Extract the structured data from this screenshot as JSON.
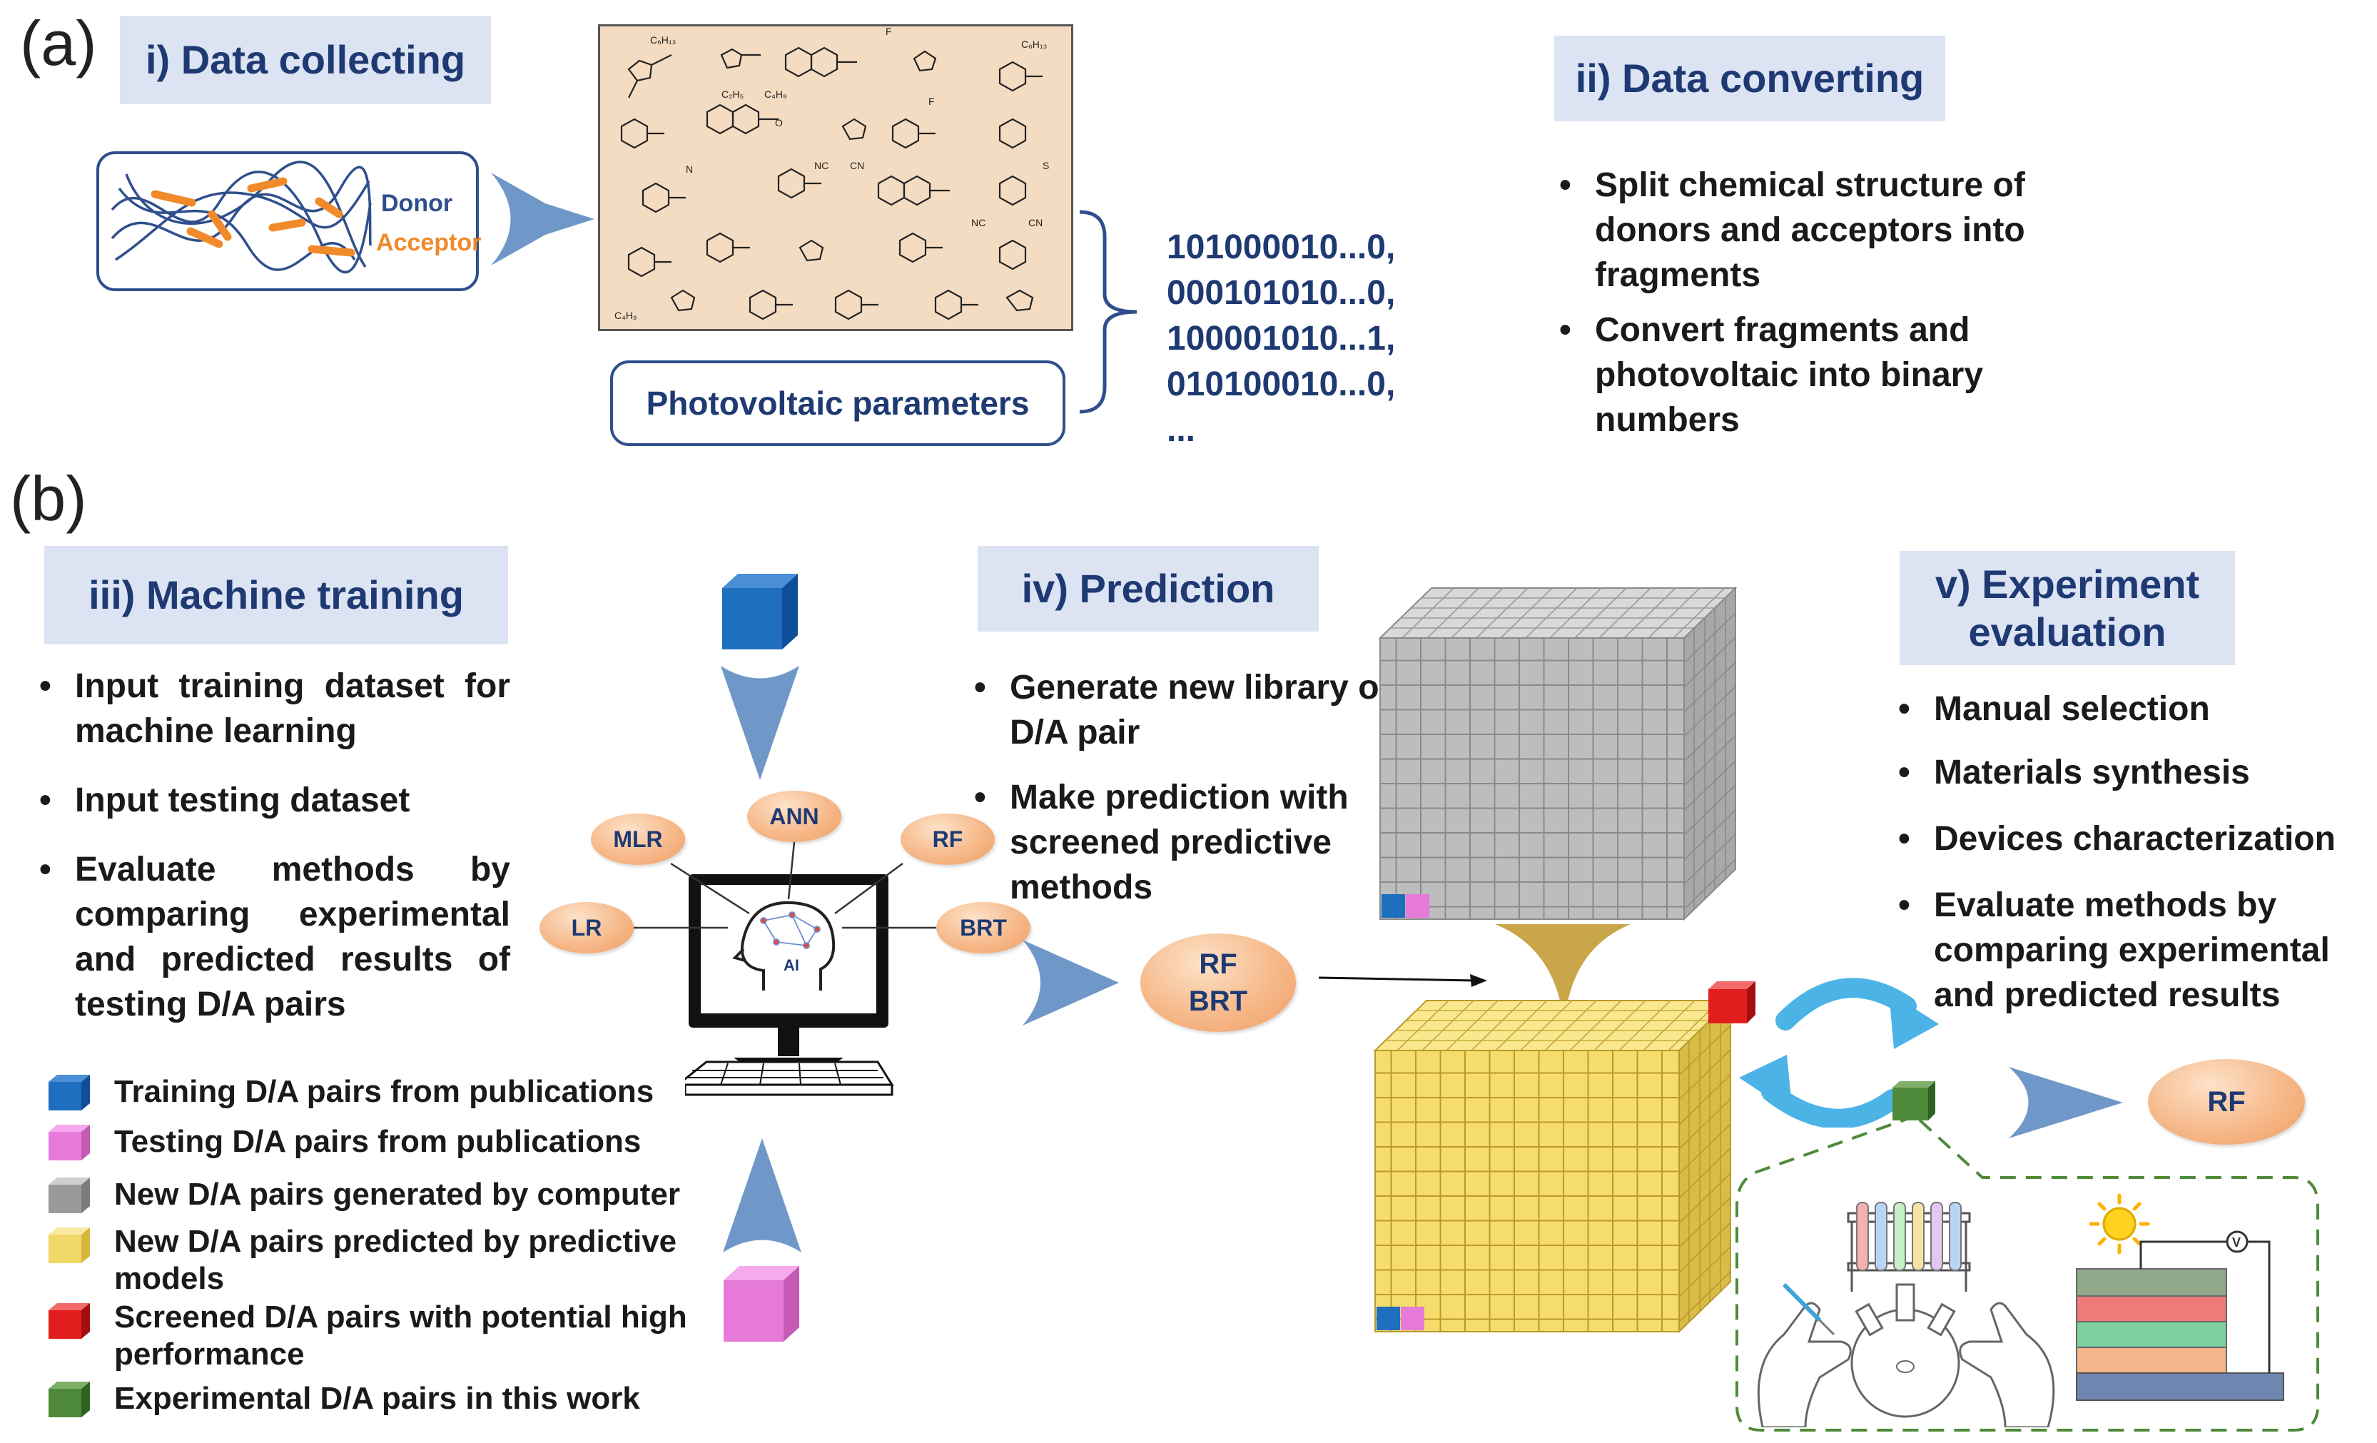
{
  "panel_a": {
    "letter": "(a)",
    "step1_title": "i) Data collecting",
    "donor_label": "Donor",
    "acceptor_label": "Acceptor",
    "photovoltaic_label": "Photovoltaic parameters",
    "binary_lines": [
      "101000010...0,",
      "000101010...0,",
      "100001010...1,",
      "010100010...0,",
      "..."
    ],
    "step2_title": "ii) Data converting",
    "step2_bullets": [
      "Split chemical structure of donors and acceptors into fragments",
      "Convert fragments and photovoltaic into binary numbers"
    ],
    "structure_labels": [
      "C₆H₁₃",
      "C₄H₉",
      "C₂H₅",
      "NC",
      "CN",
      "F",
      "S",
      "N",
      "O"
    ]
  },
  "panel_b": {
    "letter": "(b)",
    "step3_title": "iii) Machine training",
    "step3_bullets": [
      "Input training dataset for machine learning",
      "Input testing dataset",
      "Evaluate methods by comparing experimental and predicted results of testing D/A pairs"
    ],
    "methods": {
      "mlr": "MLR",
      "ann": "ANN",
      "rf": "RF",
      "lr": "LR",
      "brt": "BRT",
      "ai": "AI"
    },
    "step4_title": "iv) Prediction",
    "step4_bullets": [
      "Generate new library of D/A pair",
      "Make prediction with screened predictive methods"
    ],
    "selected_methods": {
      "line1": "RF",
      "line2": "BRT"
    },
    "step5_title_line1": "v) Experiment",
    "step5_title_line2": "evaluation",
    "step5_bullets": [
      "Manual selection",
      "Materials synthesis",
      "Devices characterization",
      "Evaluate methods by comparing experimental and predicted results"
    ],
    "final_method": "RF",
    "voltmeter_label": "V",
    "legend": [
      {
        "label": "Training D/A pairs from publications",
        "color": "#1f6fbf"
      },
      {
        "label": "Testing D/A pairs from publications",
        "color": "#e67ad8"
      },
      {
        "label": "New D/A pairs generated by computer",
        "color": "#9a9a9a"
      },
      {
        "label": "New D/A pairs predicted by predictive models",
        "color": "#f2d867"
      },
      {
        "label": "Screened D/A pairs with potential high performance",
        "color": "#e21d1d"
      },
      {
        "label": "Experimental D/A pairs in this work",
        "color": "#4f8a3a"
      }
    ]
  },
  "colors": {
    "header_bg": "#dce3f2",
    "header_text": "#1f3a73",
    "arrow_blue": "#6f98c8",
    "cycle_blue": "#4cb3e6",
    "gray_cube": "#bdbdbd",
    "yellow_cube": "#f5dc6b",
    "funnel": "#c9a64a",
    "panel_bg": "#f4dcc2"
  }
}
